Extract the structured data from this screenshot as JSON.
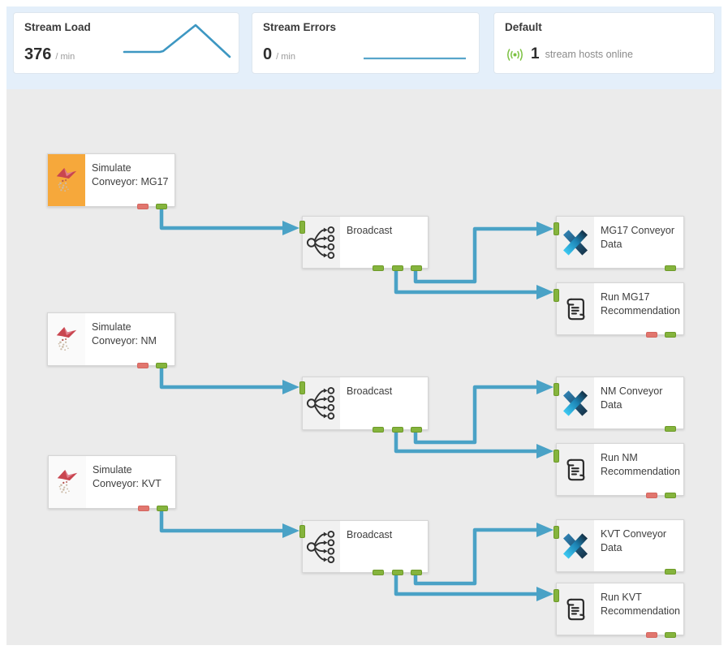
{
  "header": {
    "cards": [
      {
        "title": "Stream Load",
        "value": "376",
        "unit": "/ min"
      },
      {
        "title": "Stream Errors",
        "value": "0",
        "unit": "/ min"
      },
      {
        "title": "Default",
        "count": "1",
        "label": "stream hosts online",
        "icon": "broadcast-signal-icon"
      }
    ],
    "sparklines": {
      "stream_load": [
        [
          2,
          40
        ],
        [
          46,
          40
        ],
        [
          50,
          39
        ],
        [
          90,
          7
        ],
        [
          132,
          46
        ]
      ],
      "stream_errors": [
        [
          2,
          24
        ],
        [
          128,
          24
        ]
      ]
    }
  },
  "flow": {
    "nodes": [
      {
        "id": "sim-mg17",
        "label": "Simulate Conveyor: MG17",
        "type": "source",
        "icon": "simulate-icon",
        "selected": true
      },
      {
        "id": "broadcast-mg17",
        "label": "Broadcast",
        "type": "broadcast",
        "icon": "broadcast-icon",
        "selected": false
      },
      {
        "id": "mg17-data",
        "label": "MG17 Conveyor Data",
        "type": "connector",
        "icon": "x-logo-icon",
        "selected": false
      },
      {
        "id": "run-mg17",
        "label": "Run MG17 Recommendation",
        "type": "script",
        "icon": "script-icon",
        "selected": false
      },
      {
        "id": "sim-nm",
        "label": "Simulate Conveyor: NM",
        "type": "source",
        "icon": "simulate-icon",
        "selected": false
      },
      {
        "id": "broadcast-nm",
        "label": "Broadcast",
        "type": "broadcast",
        "icon": "broadcast-icon",
        "selected": false
      },
      {
        "id": "nm-data",
        "label": "NM Conveyor Data",
        "type": "connector",
        "icon": "x-logo-icon",
        "selected": false
      },
      {
        "id": "run-nm",
        "label": "Run NM Recommendation",
        "type": "script",
        "icon": "script-icon",
        "selected": false
      },
      {
        "id": "sim-kvt",
        "label": "Simulate Conveyor: KVT",
        "type": "source",
        "icon": "simulate-icon",
        "selected": false
      },
      {
        "id": "broadcast-kvt",
        "label": "Broadcast",
        "type": "broadcast",
        "icon": "broadcast-icon",
        "selected": false
      },
      {
        "id": "kvt-data",
        "label": "KVT Conveyor Data",
        "type": "connector",
        "icon": "x-logo-icon",
        "selected": false
      },
      {
        "id": "run-kvt",
        "label": "Run KVT Recommendation",
        "type": "script",
        "icon": "script-icon",
        "selected": false
      }
    ],
    "connections": [
      {
        "from": "sim-mg17",
        "to": "broadcast-mg17"
      },
      {
        "from": "broadcast-mg17",
        "to": "mg17-data"
      },
      {
        "from": "broadcast-mg17",
        "to": "run-mg17"
      },
      {
        "from": "sim-nm",
        "to": "broadcast-nm"
      },
      {
        "from": "broadcast-nm",
        "to": "nm-data"
      },
      {
        "from": "broadcast-nm",
        "to": "run-nm"
      },
      {
        "from": "sim-kvt",
        "to": "broadcast-kvt"
      },
      {
        "from": "broadcast-kvt",
        "to": "kvt-data"
      },
      {
        "from": "broadcast-kvt",
        "to": "run-kvt"
      }
    ]
  },
  "colors": {
    "band_background": "#e4effa",
    "canvas_background": "#ebebeb",
    "wire": "#4aa2c6",
    "port_ok": "#85b43d",
    "port_error": "#e1766e",
    "selected_node_accent": "#f6a83b",
    "hosts_online_icon": "#7cc142",
    "sparkline": "#3d97c2"
  }
}
